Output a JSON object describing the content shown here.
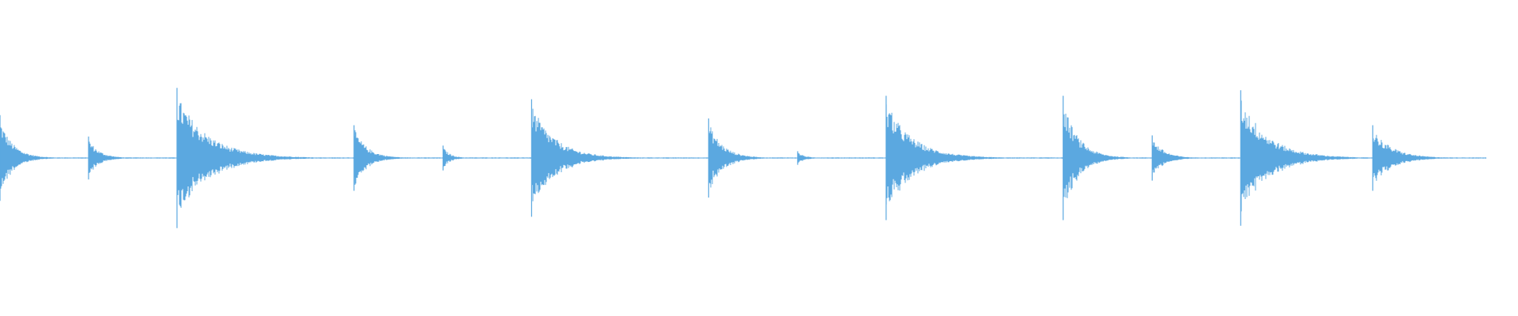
{
  "waveform": {
    "color": "#5ba8e0",
    "background": "#ffffff",
    "duration_s": 31.4,
    "onsets": [
      {
        "t": 0.0,
        "peak": 0.38,
        "decay_s": 1.1
      },
      {
        "t": 1.87,
        "peak": 0.19,
        "decay_s": 0.9
      },
      {
        "t": 3.74,
        "peak": 0.62,
        "decay_s": 2.6
      },
      {
        "t": 7.48,
        "peak": 0.29,
        "decay_s": 1.1
      },
      {
        "t": 9.36,
        "peak": 0.11,
        "decay_s": 0.6
      },
      {
        "t": 11.23,
        "peak": 0.52,
        "decay_s": 2.0
      },
      {
        "t": 14.97,
        "peak": 0.35,
        "decay_s": 1.2
      },
      {
        "t": 16.85,
        "peak": 0.06,
        "decay_s": 0.6
      },
      {
        "t": 18.72,
        "peak": 0.55,
        "decay_s": 2.2
      },
      {
        "t": 22.46,
        "peak": 0.55,
        "decay_s": 1.3
      },
      {
        "t": 24.34,
        "peak": 0.2,
        "decay_s": 1.0
      },
      {
        "t": 26.21,
        "peak": 0.6,
        "decay_s": 2.3
      },
      {
        "t": 29.0,
        "peak": 0.29,
        "decay_s": 1.6
      }
    ],
    "noise_floor": 0.006
  }
}
